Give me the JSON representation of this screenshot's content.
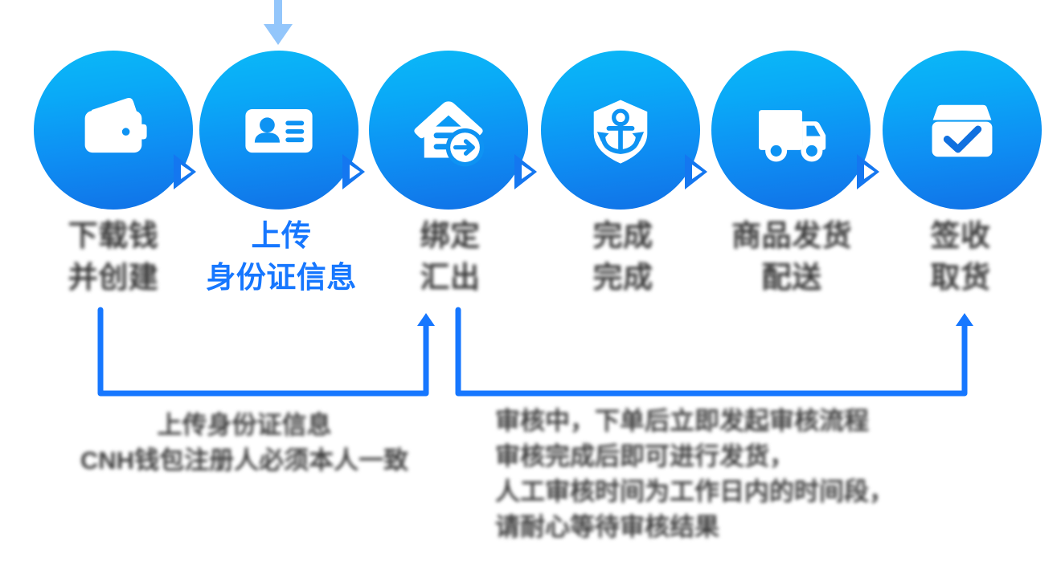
{
  "flow": {
    "accent_color": "#1677ff",
    "circle_gradient_top": "#0bb9f7",
    "circle_gradient_bottom": "#1170e6",
    "text_color": "#3b3b3b",
    "entry_arrow": {
      "icon": "arrow-down-icon",
      "color": "#93c6fb",
      "points_to_step": 2
    },
    "steps": [
      {
        "index": 1,
        "icon": "wallet-icon",
        "label": "下载钱\n并创建",
        "highlight": false,
        "blurred": true
      },
      {
        "index": 2,
        "icon": "id-card-icon",
        "label": "上传\n身份证信息",
        "highlight": true,
        "blurred": false
      },
      {
        "index": 3,
        "icon": "house-exit-icon",
        "label": "绑定\n汇出",
        "highlight": false,
        "blurred": true
      },
      {
        "index": 4,
        "icon": "shield-anchor-icon",
        "label": "完成\n完成",
        "highlight": false,
        "blurred": true
      },
      {
        "index": 5,
        "icon": "delivery-truck-icon",
        "label": "商品发货\n配送",
        "highlight": false,
        "blurred": true
      },
      {
        "index": 6,
        "icon": "box-check-icon",
        "label": "签收\n取货",
        "highlight": false,
        "blurred": true
      }
    ],
    "connectors": [
      {
        "icon": "chevron-right-icon",
        "between": [
          1,
          2
        ]
      },
      {
        "icon": "chevron-right-icon",
        "between": [
          2,
          3
        ]
      },
      {
        "icon": "chevron-right-icon",
        "between": [
          3,
          4
        ]
      },
      {
        "icon": "chevron-right-icon",
        "between": [
          4,
          5
        ]
      },
      {
        "icon": "chevron-right-icon",
        "between": [
          5,
          6
        ]
      }
    ],
    "brackets": [
      {
        "name": "bracket-left",
        "color": "#1677ff",
        "spans_steps": [
          1,
          3
        ],
        "arrow_at": "right"
      },
      {
        "name": "bracket-right",
        "color": "#1677ff",
        "spans_steps": [
          3,
          6
        ],
        "arrow_at": "right"
      }
    ],
    "captions": [
      {
        "name": "caption-left",
        "text": "上传身份证信息\nCNH钱包注册人必须本人一致",
        "blurred": true
      },
      {
        "name": "caption-right",
        "text": "审核中，下单后立即发起审核流程\n审核完成后即可进行发货，\n人工审核时间为工作日内的时间段，\n请耐心等待审核结果",
        "blurred": true
      }
    ]
  }
}
